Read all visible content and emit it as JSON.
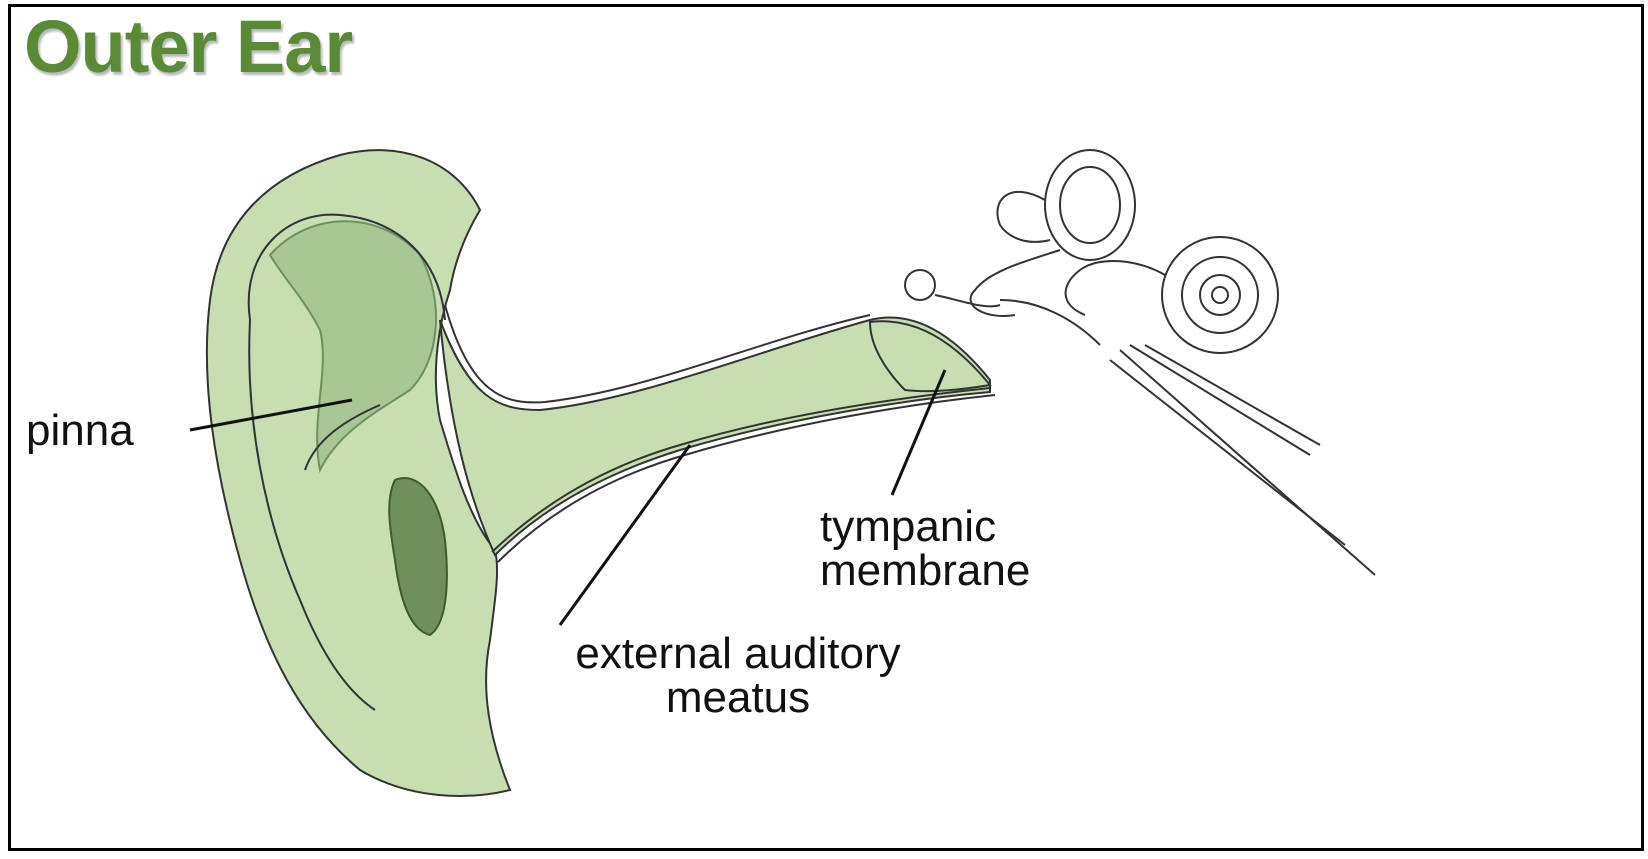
{
  "title": "Outer Ear",
  "colors": {
    "title": "#5a8a35",
    "fill": "#c6deb0",
    "fill_dark": "#6f8f5c",
    "outline": "#333333",
    "line": "#111111"
  },
  "labels": {
    "pinna": "pinna",
    "tympanic": "tympanic\nmembrane",
    "meatus": "external auditory\nmeatus"
  }
}
